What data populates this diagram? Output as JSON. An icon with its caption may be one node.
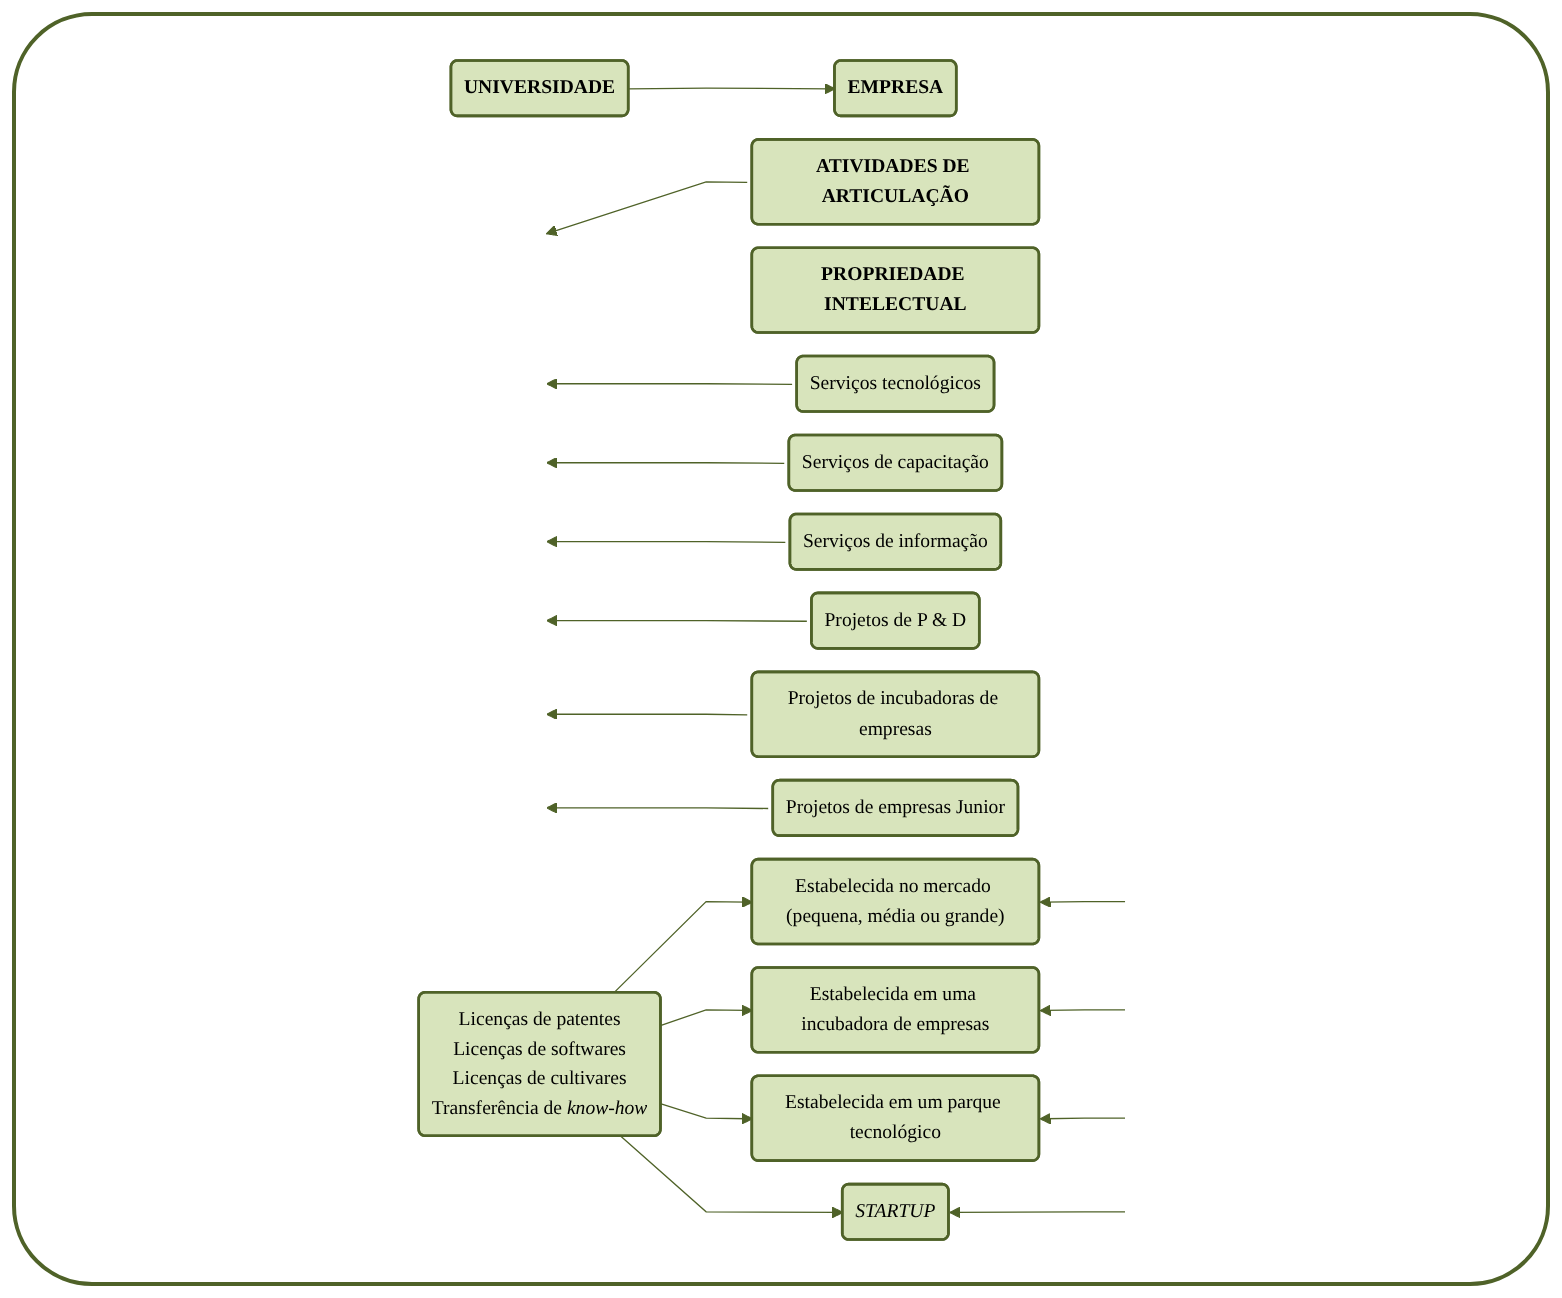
{
  "diagram": {
    "nodes": [
      {
        "text": [
          "UNIVERSIDADE"
        ]
      },
      {
        "text": [
          "EMPRESA"
        ]
      },
      {
        "text": [
          "ATIVIDADES DE ARTICULAÇÃO"
        ]
      },
      {
        "text": [
          "PROPRIEDADE INTELECTUAL"
        ]
      },
      {
        "text": [
          "Serviços tecnológicos"
        ]
      },
      {
        "text": [
          "Serviços de capacitação"
        ]
      },
      {
        "text": [
          "Serviços de informação"
        ]
      },
      {
        "text": [
          "Projetos de P & D"
        ]
      },
      {
        "text": [
          "Projetos de incubadoras de empresas"
        ]
      },
      {
        "text": [
          "Projetos de empresas Junior"
        ]
      },
      {
        "text": [
          "Licenças de patentes",
          "Licenças de softwares",
          "Licenças de cultivares",
          "Transferência de *know-how*"
        ]
      },
      {
        "text": [
          "Estabelecida no mercado (pequena, média ou grande)"
        ]
      },
      {
        "text": [
          "Estabelecida em uma incubadora de empresas"
        ]
      },
      {
        "text": [
          "Estabelecida em um parque tecnológico"
        ]
      },
      {
        "text": [
          "STARTUP"
        ]
      }
    ],
    "edges": [
      {
        "from": 0,
        "to": 1,
        "arrow": "to"
      },
      {
        "from": 2,
        "to": null,
        "arrow": "to"
      },
      {
        "from": 4,
        "to": null,
        "arrow": "to"
      },
      {
        "from": 5,
        "to": null,
        "arrow": "to"
      },
      {
        "from": 6,
        "to": null,
        "arrow": "to"
      },
      {
        "from": 7,
        "to": null,
        "arrow": "to"
      },
      {
        "from": 8,
        "to": null,
        "arrow": "to"
      },
      {
        "from": 9,
        "to": null,
        "arrow": "to"
      },
      {
        "from": 10,
        "to": 11,
        "arrow": "to"
      },
      {
        "from": 10,
        "to": 12,
        "arrow": "to"
      },
      {
        "from": 10,
        "to": 13,
        "arrow": "to"
      },
      {
        "from": 10,
        "to": 14,
        "arrow": "to"
      },
      {
        "from": null,
        "to": 11,
        "arrow": "to"
      },
      {
        "from": null,
        "to": 12,
        "arrow": "to"
      },
      {
        "from": null,
        "to": 13,
        "arrow": "to"
      },
      {
        "from": null,
        "to": 14,
        "arrow": "to"
      }
    ]
  }
}
